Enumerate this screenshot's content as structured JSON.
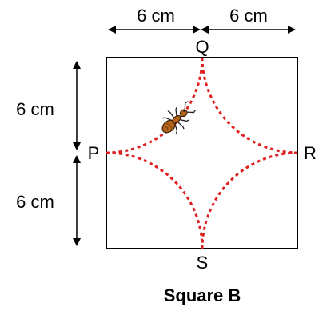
{
  "diagram": {
    "top_dimensions": [
      "6 cm",
      "6 cm"
    ],
    "left_dimensions": [
      "6 cm",
      "6 cm"
    ],
    "points": {
      "top": "Q",
      "left": "P",
      "right": "R",
      "bottom": "S"
    },
    "caption": "Square B",
    "colors": {
      "arc": "#e02020",
      "outline": "#000000",
      "ant_body": "#b5651d"
    },
    "icons": [
      "ant-icon"
    ]
  }
}
